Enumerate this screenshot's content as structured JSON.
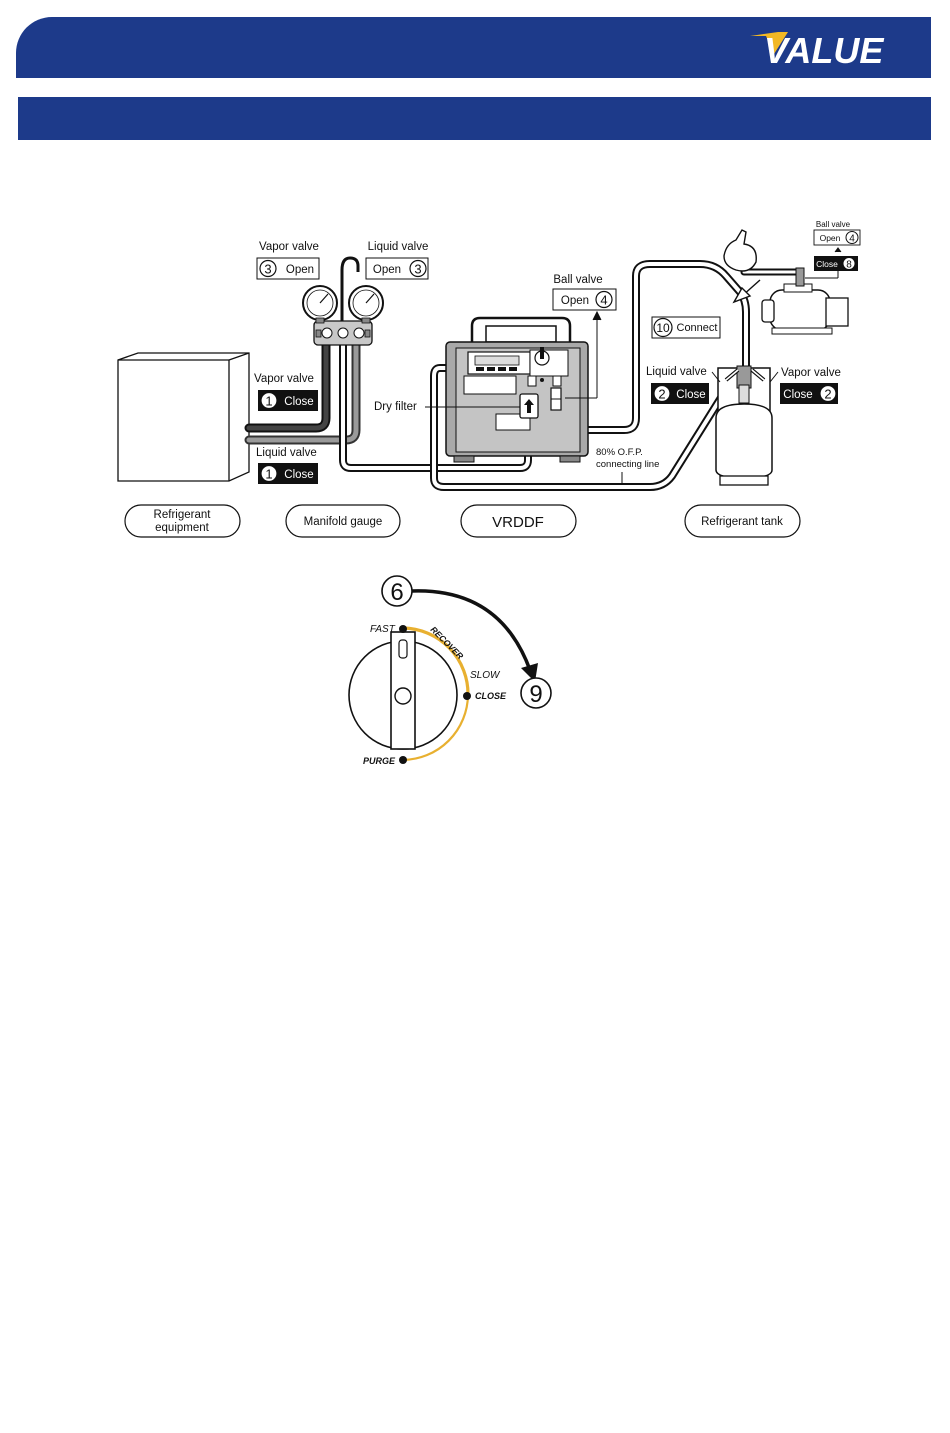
{
  "brand": {
    "logo_text": "VALUE",
    "header_color": "#1d3a8a",
    "logo_accent": "#f2b824"
  },
  "diagram": {
    "vapor_valve_label_left": "Vapor valve",
    "liquid_valve_label_left": "Liquid valve",
    "step3_left_num": "3",
    "step3_left_text": "Open",
    "step3_right_text": "Open",
    "step3_right_num": "3",
    "ball_valve_label": "Ball valve",
    "step4_text": "Open",
    "step4_num": "4",
    "ball_valve_small_label": "Ball valve",
    "step4_small_text": "Open",
    "step4_small_num": "4",
    "step8_small_text": "Close",
    "step8_small_num": "8",
    "step10_num": "10",
    "step10_text": "Connect",
    "vapor_valve_equip": "Vapor valve",
    "step1_vapor_num": "1",
    "step1_vapor_text": "Close",
    "liquid_valve_equip": "Liquid valve",
    "step1_liquid_num": "1",
    "step1_liquid_text": "Close",
    "dry_filter": "Dry filter",
    "tank_liquid_valve": "Liquid valve",
    "step2_liquid_num": "2",
    "step2_liquid_text": "Close",
    "tank_vapor_valve": "Vapor valve",
    "step2_vapor_text": "Close",
    "step2_vapor_num": "2",
    "ofp_line1": "80% O.F.P.",
    "ofp_line2": "connecting line",
    "caption_equipment_line1": "Refrigerant",
    "caption_equipment_line2": "equipment",
    "caption_manifold": "Manifold gauge",
    "caption_vrddf": "VRDDF",
    "caption_tank": "Refrigerant tank"
  },
  "knob": {
    "step_start": "6",
    "step_end": "9",
    "fast": "FAST",
    "recover": "RECOVER",
    "slow": "SLOW",
    "close": "CLOSE",
    "purge": "PURGE",
    "arc_color": "#e8b030"
  }
}
